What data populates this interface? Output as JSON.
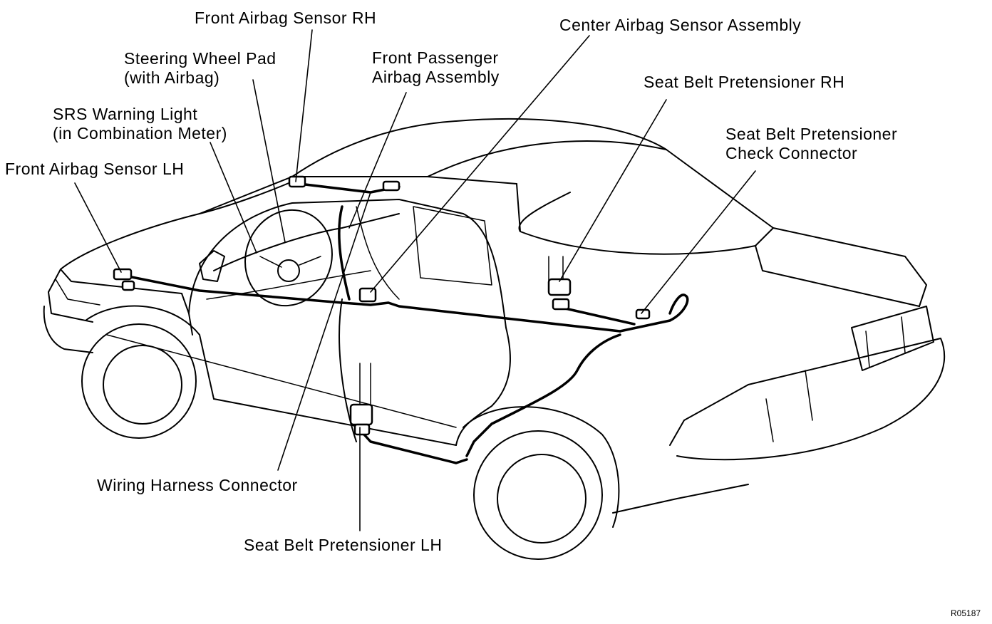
{
  "labels": {
    "front_airbag_sensor_rh": "Front Airbag Sensor RH",
    "center_airbag_sensor_assembly": "Center Airbag Sensor Assembly",
    "steering_wheel_pad_line1": "Steering Wheel Pad",
    "steering_wheel_pad_line2": "(with Airbag)",
    "front_passenger_airbag_line1": "Front Passenger",
    "front_passenger_airbag_line2": "Airbag Assembly",
    "seat_belt_pretensioner_rh": "Seat Belt Pretensioner RH",
    "srs_warning_light_line1": "SRS Warning Light",
    "srs_warning_light_line2": "(in Combination Meter)",
    "seat_belt_pretensioner_check_line1": "Seat Belt Pretensioner",
    "seat_belt_pretensioner_check_line2": "Check Connector",
    "front_airbag_sensor_lh": "Front Airbag Sensor LH",
    "wiring_harness_connector": "Wiring Harness Connector",
    "seat_belt_pretensioner_lh": "Seat Belt Pretensioner LH"
  },
  "figure_code": "R05187"
}
